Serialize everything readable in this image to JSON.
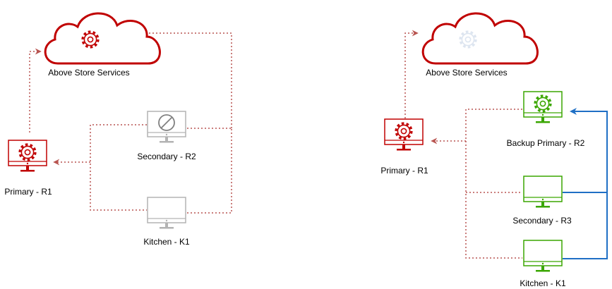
{
  "colors": {
    "red": "#c00000",
    "connector_red": "#b85450",
    "gray": "#b3b3b3",
    "green": "#3aa600",
    "blue": "#1f6fc5",
    "cloud_fill": "#ffffff"
  },
  "left": {
    "cloud": {
      "label": "Above Store Services",
      "icon": "gear-icon"
    },
    "primary": {
      "label": "Primary - R1",
      "icon": "gear-icon"
    },
    "secondary": {
      "label": "Secondary - R2",
      "icon": "no-entry-icon"
    },
    "kitchen": {
      "label": "Kitchen - K1"
    }
  },
  "right": {
    "cloud": {
      "label": "Above Store Services",
      "icon": "gear-icon"
    },
    "primary": {
      "label": "Primary - R1",
      "icon": "gear-icon"
    },
    "backup": {
      "label": "Backup Primary - R2",
      "icon": "gear-icon"
    },
    "secondary": {
      "label": "Secondary - R3"
    },
    "kitchen": {
      "label": "Kitchen - K1"
    }
  }
}
